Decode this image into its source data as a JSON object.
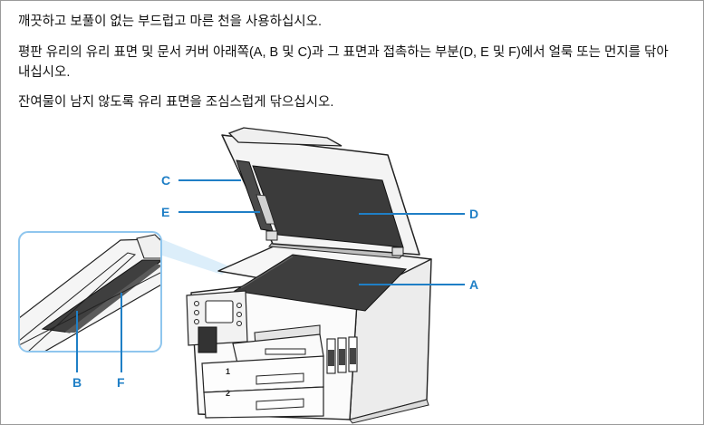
{
  "paragraphs": [
    "깨끗하고 보풀이 없는 부드럽고 마른 천을 사용하십시오.",
    "평판 유리의 유리 표면 및 문서 커버 아래쪽(A, B 및 C)과 그 표면과 접촉하는 부분(D, E 및 F)에서 얼룩 또는 먼지를 닦아내십시오.",
    "잔여물이 남지 않도록 유리 표면을 조심스럽게 닦으십시오."
  ],
  "callouts": {
    "A": "A",
    "B": "B",
    "C": "C",
    "D": "D",
    "E": "E",
    "F": "F",
    "tray1": "1",
    "tray2": "2"
  },
  "colors": {
    "callout": "#1f7fc6",
    "zoom_border": "#8fc6ee",
    "glass": "#3e3e3e",
    "strip": "#4f4f4f",
    "line": "#222222"
  }
}
